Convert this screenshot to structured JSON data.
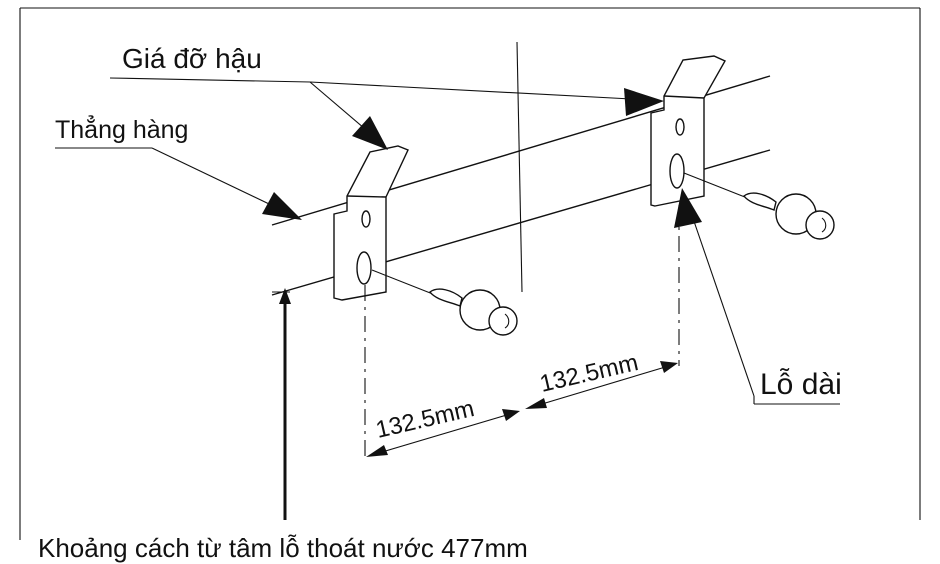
{
  "labels": {
    "rear_bracket": "Giá đỡ hậu",
    "alignment": "Thẳng hàng",
    "long_hole": "Lỗ dài",
    "dimension_left": "132.5mm",
    "dimension_right": "132.5mm",
    "drain_distance": "Khoảng cách từ tâm lỗ thoát nước 477mm"
  },
  "colors": {
    "line": "#111111",
    "background": "#ffffff"
  }
}
